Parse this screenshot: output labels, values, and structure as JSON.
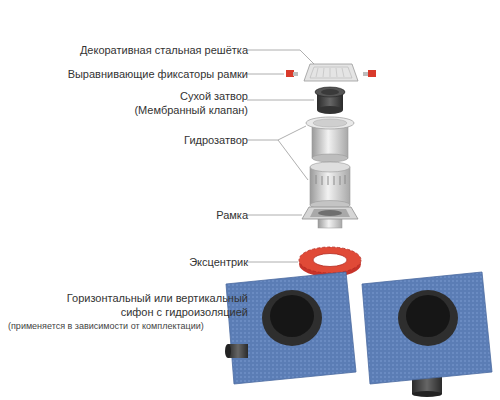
{
  "diagram": {
    "labels": [
      "Декоративная стальная решётка",
      "Выравнивающие фиксаторы рамки",
      "Сухой затвор (Мембранный клапан)",
      "Гидрозатвор",
      "Рамка",
      "Эксцентрик",
      "Горизонтальный или вертикальный сифон с гидроизоляцией",
      "(применяется в зависимости от комплектации)"
    ]
  }
}
